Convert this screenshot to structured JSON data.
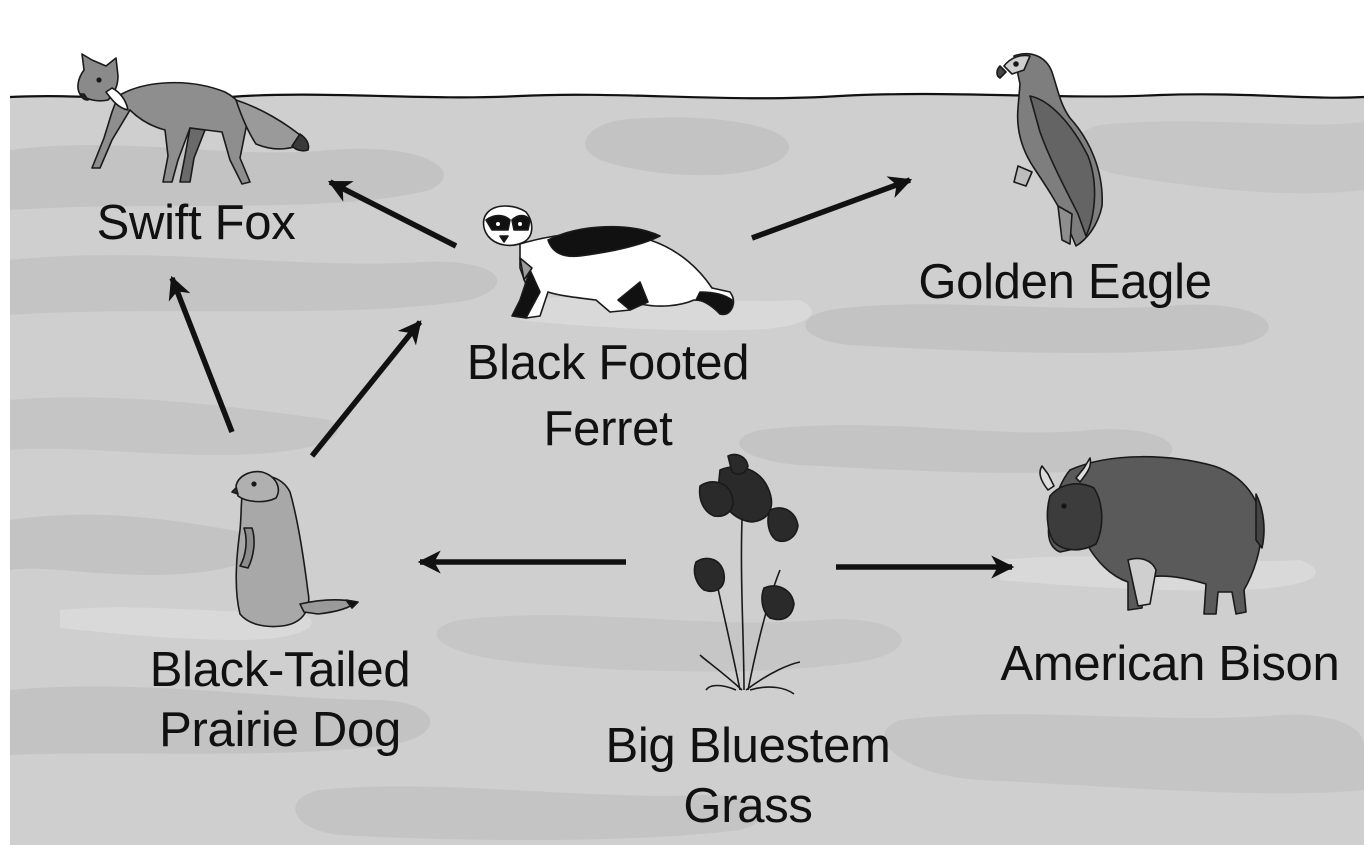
{
  "organisms": {
    "swift_fox": {
      "line1": "Swift Fox"
    },
    "black_footed_ferret": {
      "line1": "Black Footed",
      "line2": "Ferret"
    },
    "golden_eagle": {
      "line1": "Golden Eagle"
    },
    "prairie_dog": {
      "line1": "Black-Tailed",
      "line2": "Prairie Dog"
    },
    "big_bluestem": {
      "line1": "Big Bluestem",
      "line2": "Grass"
    },
    "american_bison": {
      "line1": "American Bison"
    }
  },
  "energy_flow": [
    {
      "from": "Black Footed Ferret",
      "to": "Swift Fox"
    },
    {
      "from": "Black Footed Ferret",
      "to": "Golden Eagle"
    },
    {
      "from": "Black-Tailed Prairie Dog",
      "to": "Swift Fox"
    },
    {
      "from": "Black-Tailed Prairie Dog",
      "to": "Black Footed Ferret"
    },
    {
      "from": "Big Bluestem Grass",
      "to": "Black-Tailed Prairie Dog"
    },
    {
      "from": "Big Bluestem Grass",
      "to": "American Bison"
    }
  ],
  "colors": {
    "sky": "#ffffff",
    "ground": "#cfcfcf",
    "ground_patch": "#c2c2c2",
    "ground_light": "#dadada",
    "arrow": "#111111",
    "text": "#111111"
  }
}
